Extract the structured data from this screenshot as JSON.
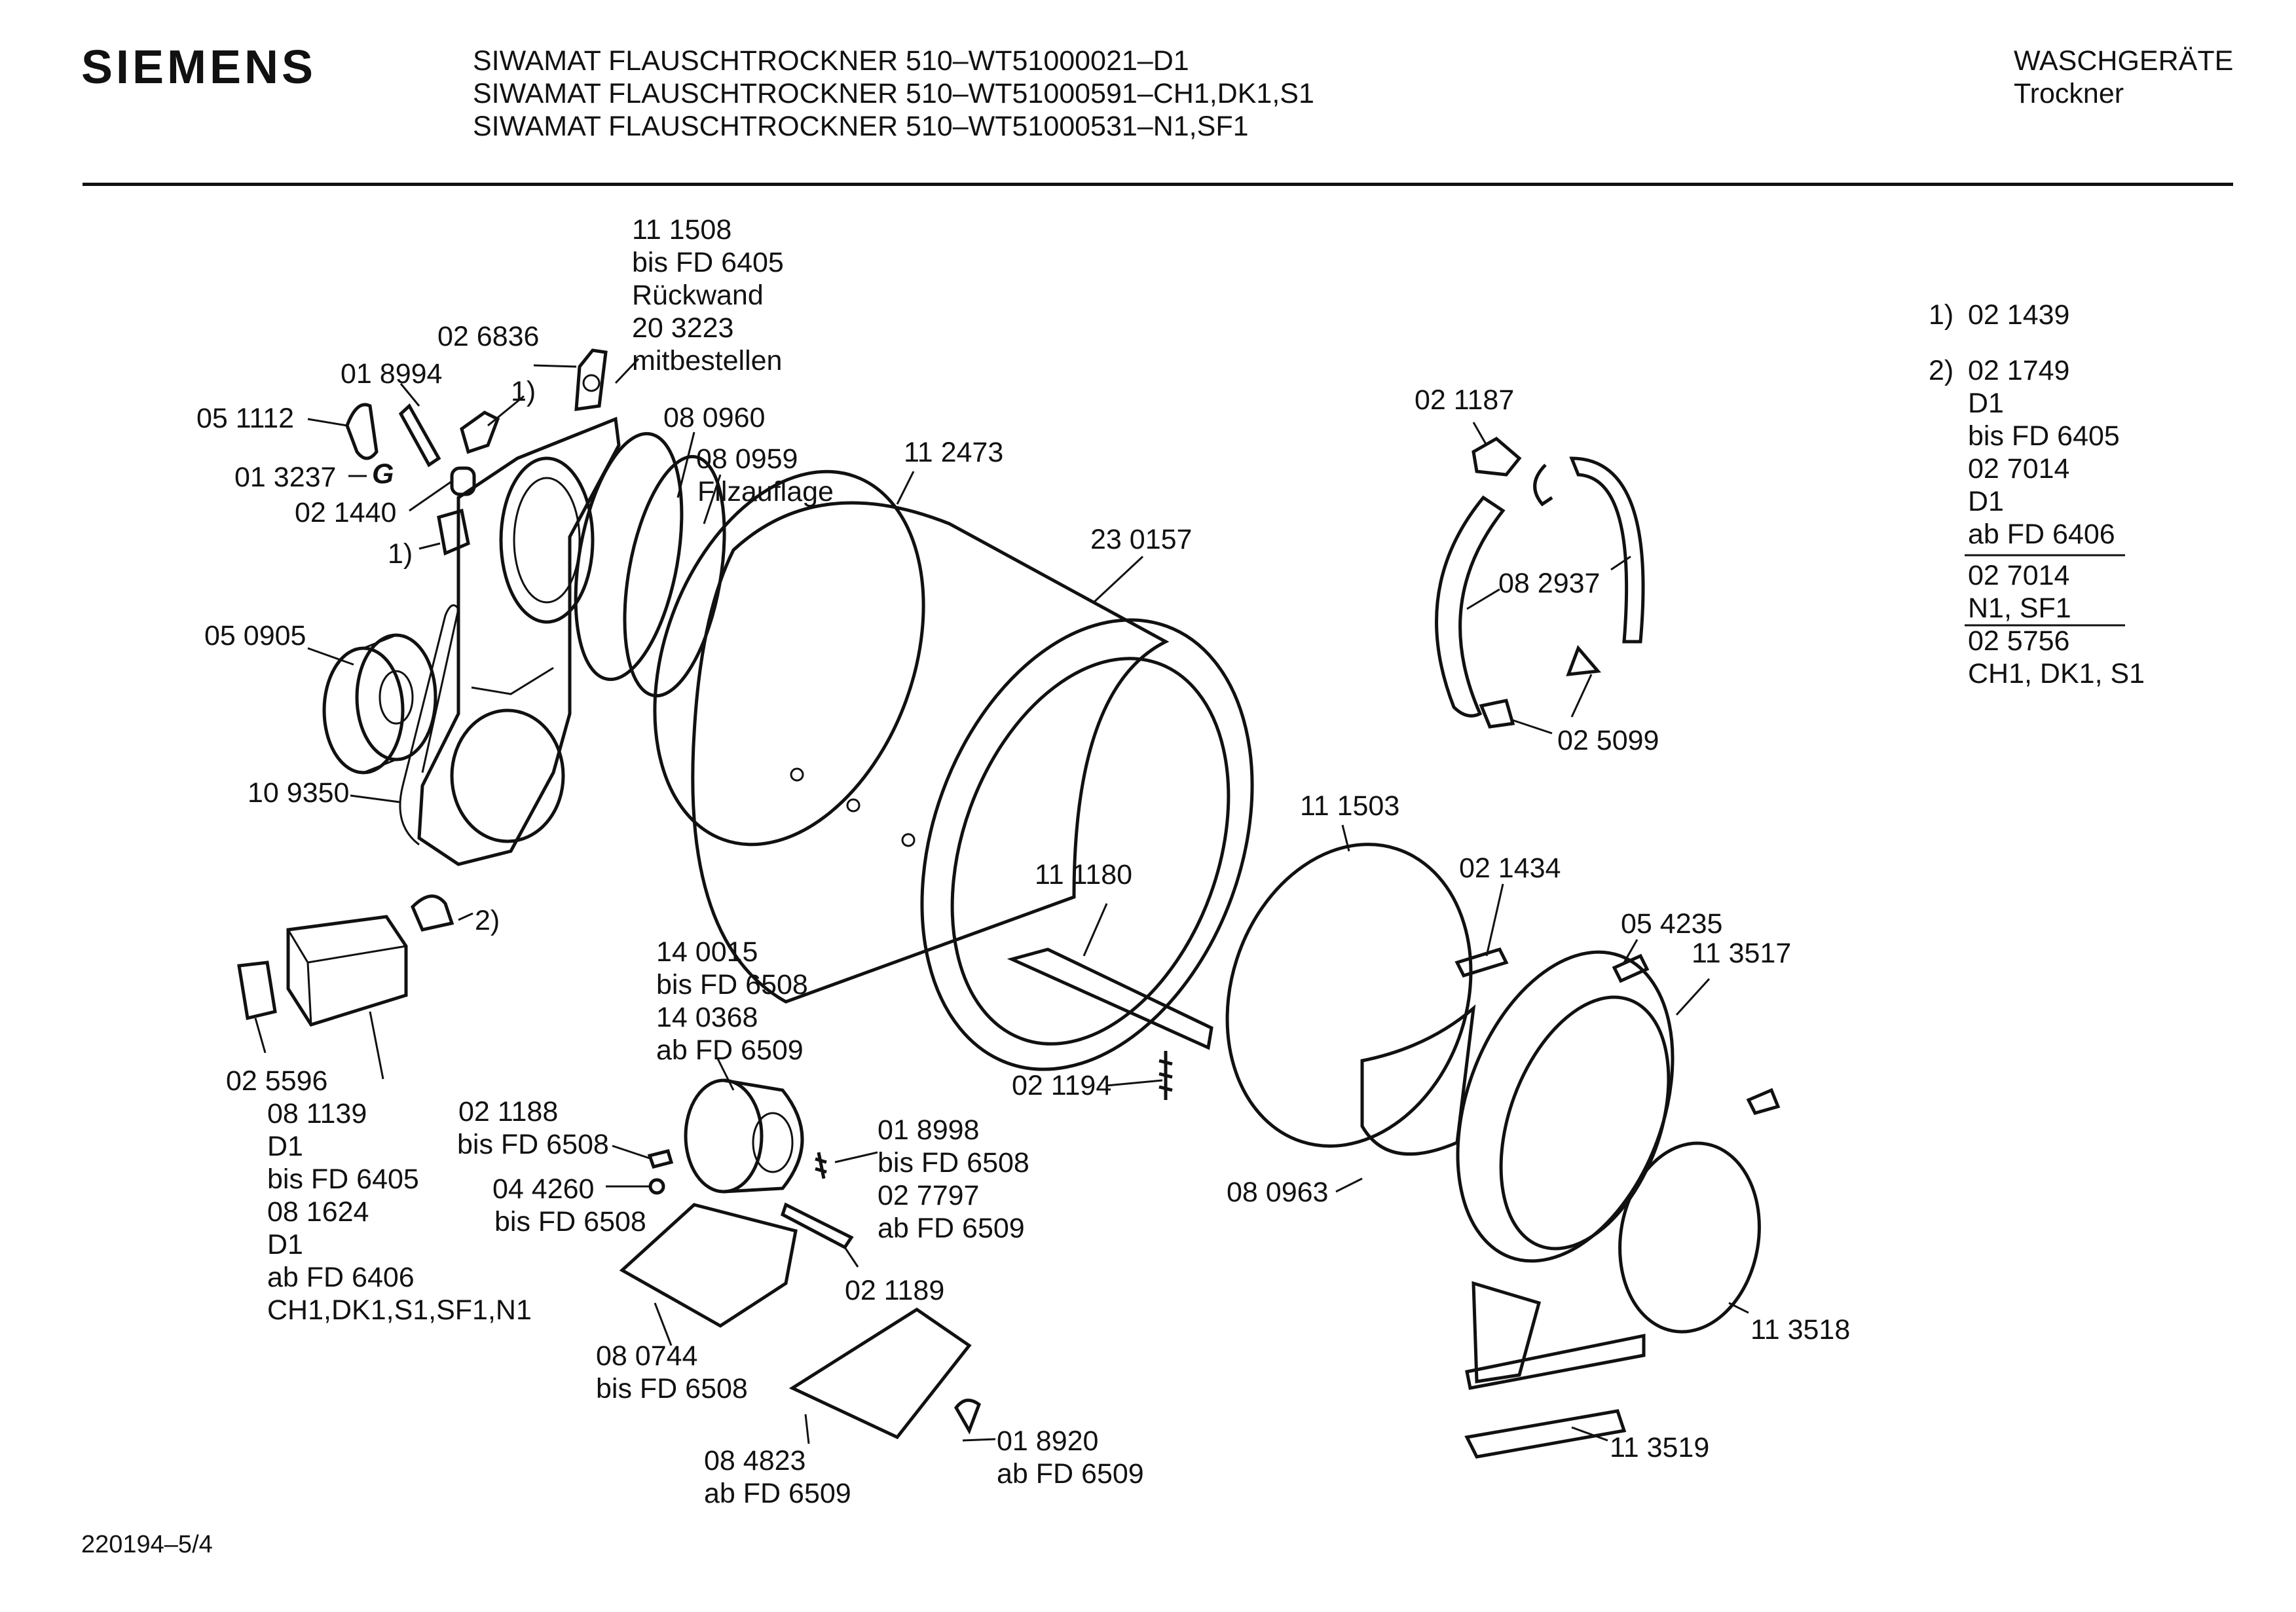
{
  "header": {
    "brand": "SIEMENS",
    "titles": [
      "SIWAMAT FLAUSCHTROCKNER 510–WT51000021–D1",
      "SIWAMAT FLAUSCHTROCKNER 510–WT51000591–CH1,DK1,S1",
      "SIWAMAT FLAUSCHTROCKNER 510–WT51000531–N1,SF1"
    ],
    "category": "WASCHGERÄTE",
    "subcategory": "Trockner"
  },
  "footer": {
    "doc_number": "220194–5/4"
  },
  "labels": {
    "rueckwand": [
      "11 1508",
      "bis FD 6405",
      "Rückwand",
      "20 3223",
      "mitbestellen"
    ],
    "p026836": "02 6836",
    "p018994": "01 8994",
    "p051112": "05 1112",
    "p013237": "01 3237",
    "p021440": "02 1440",
    "note1a": "1)",
    "note1b": "1)",
    "p080960": "08 0960",
    "p080959": [
      "08 0959",
      "Filzauflage"
    ],
    "p112473": "11 2473",
    "p230157": "23 0157",
    "p050905": "05 0905",
    "p109350": "10 9350",
    "note2": "2)",
    "p025596": "02 5596",
    "p081139": [
      "08 1139",
      "D1",
      "bis FD 6405",
      "08 1624",
      "D1",
      "ab FD 6406",
      "CH1,DK1,S1,SF1,N1"
    ],
    "p140015": [
      "14 0015",
      "bis FD 6508",
      "14 0368",
      "ab FD 6509"
    ],
    "p111180": "11 1180",
    "p021188": [
      "02 1188",
      "bis FD 6508"
    ],
    "p044260": [
      "04 4260",
      "bis FD 6508"
    ],
    "p018998": [
      "01 8998",
      "bis FD 6508",
      "02 7797",
      "ab FD 6509"
    ],
    "p021189": "02 1189",
    "p080744": [
      "08 0744",
      "bis FD 6508"
    ],
    "p084823": [
      "08 4823",
      "ab FD 6509"
    ],
    "p018920": [
      "01 8920",
      "ab FD 6509"
    ],
    "p021194": "02 1194",
    "p111503": "11 1503",
    "p080963": "08 0963",
    "p021434": "02 1434",
    "p054235": "05 4235",
    "p113517": "11 3517",
    "p113518": "11 3518",
    "p113519": "11 3519",
    "p021187": "02 1187",
    "p082937": "08 2937",
    "p025099": "02 5099"
  },
  "notes": {
    "n1_marker": "1)",
    "n1_value": "02 1439",
    "n2_marker": "2)",
    "n2_lines": [
      "02 1749",
      "D1",
      "bis FD 6405",
      "02 7014",
      "D1",
      "ab FD 6406",
      "02 7014",
      "N1, SF1",
      "02 5756",
      "CH1, DK1, S1"
    ]
  }
}
